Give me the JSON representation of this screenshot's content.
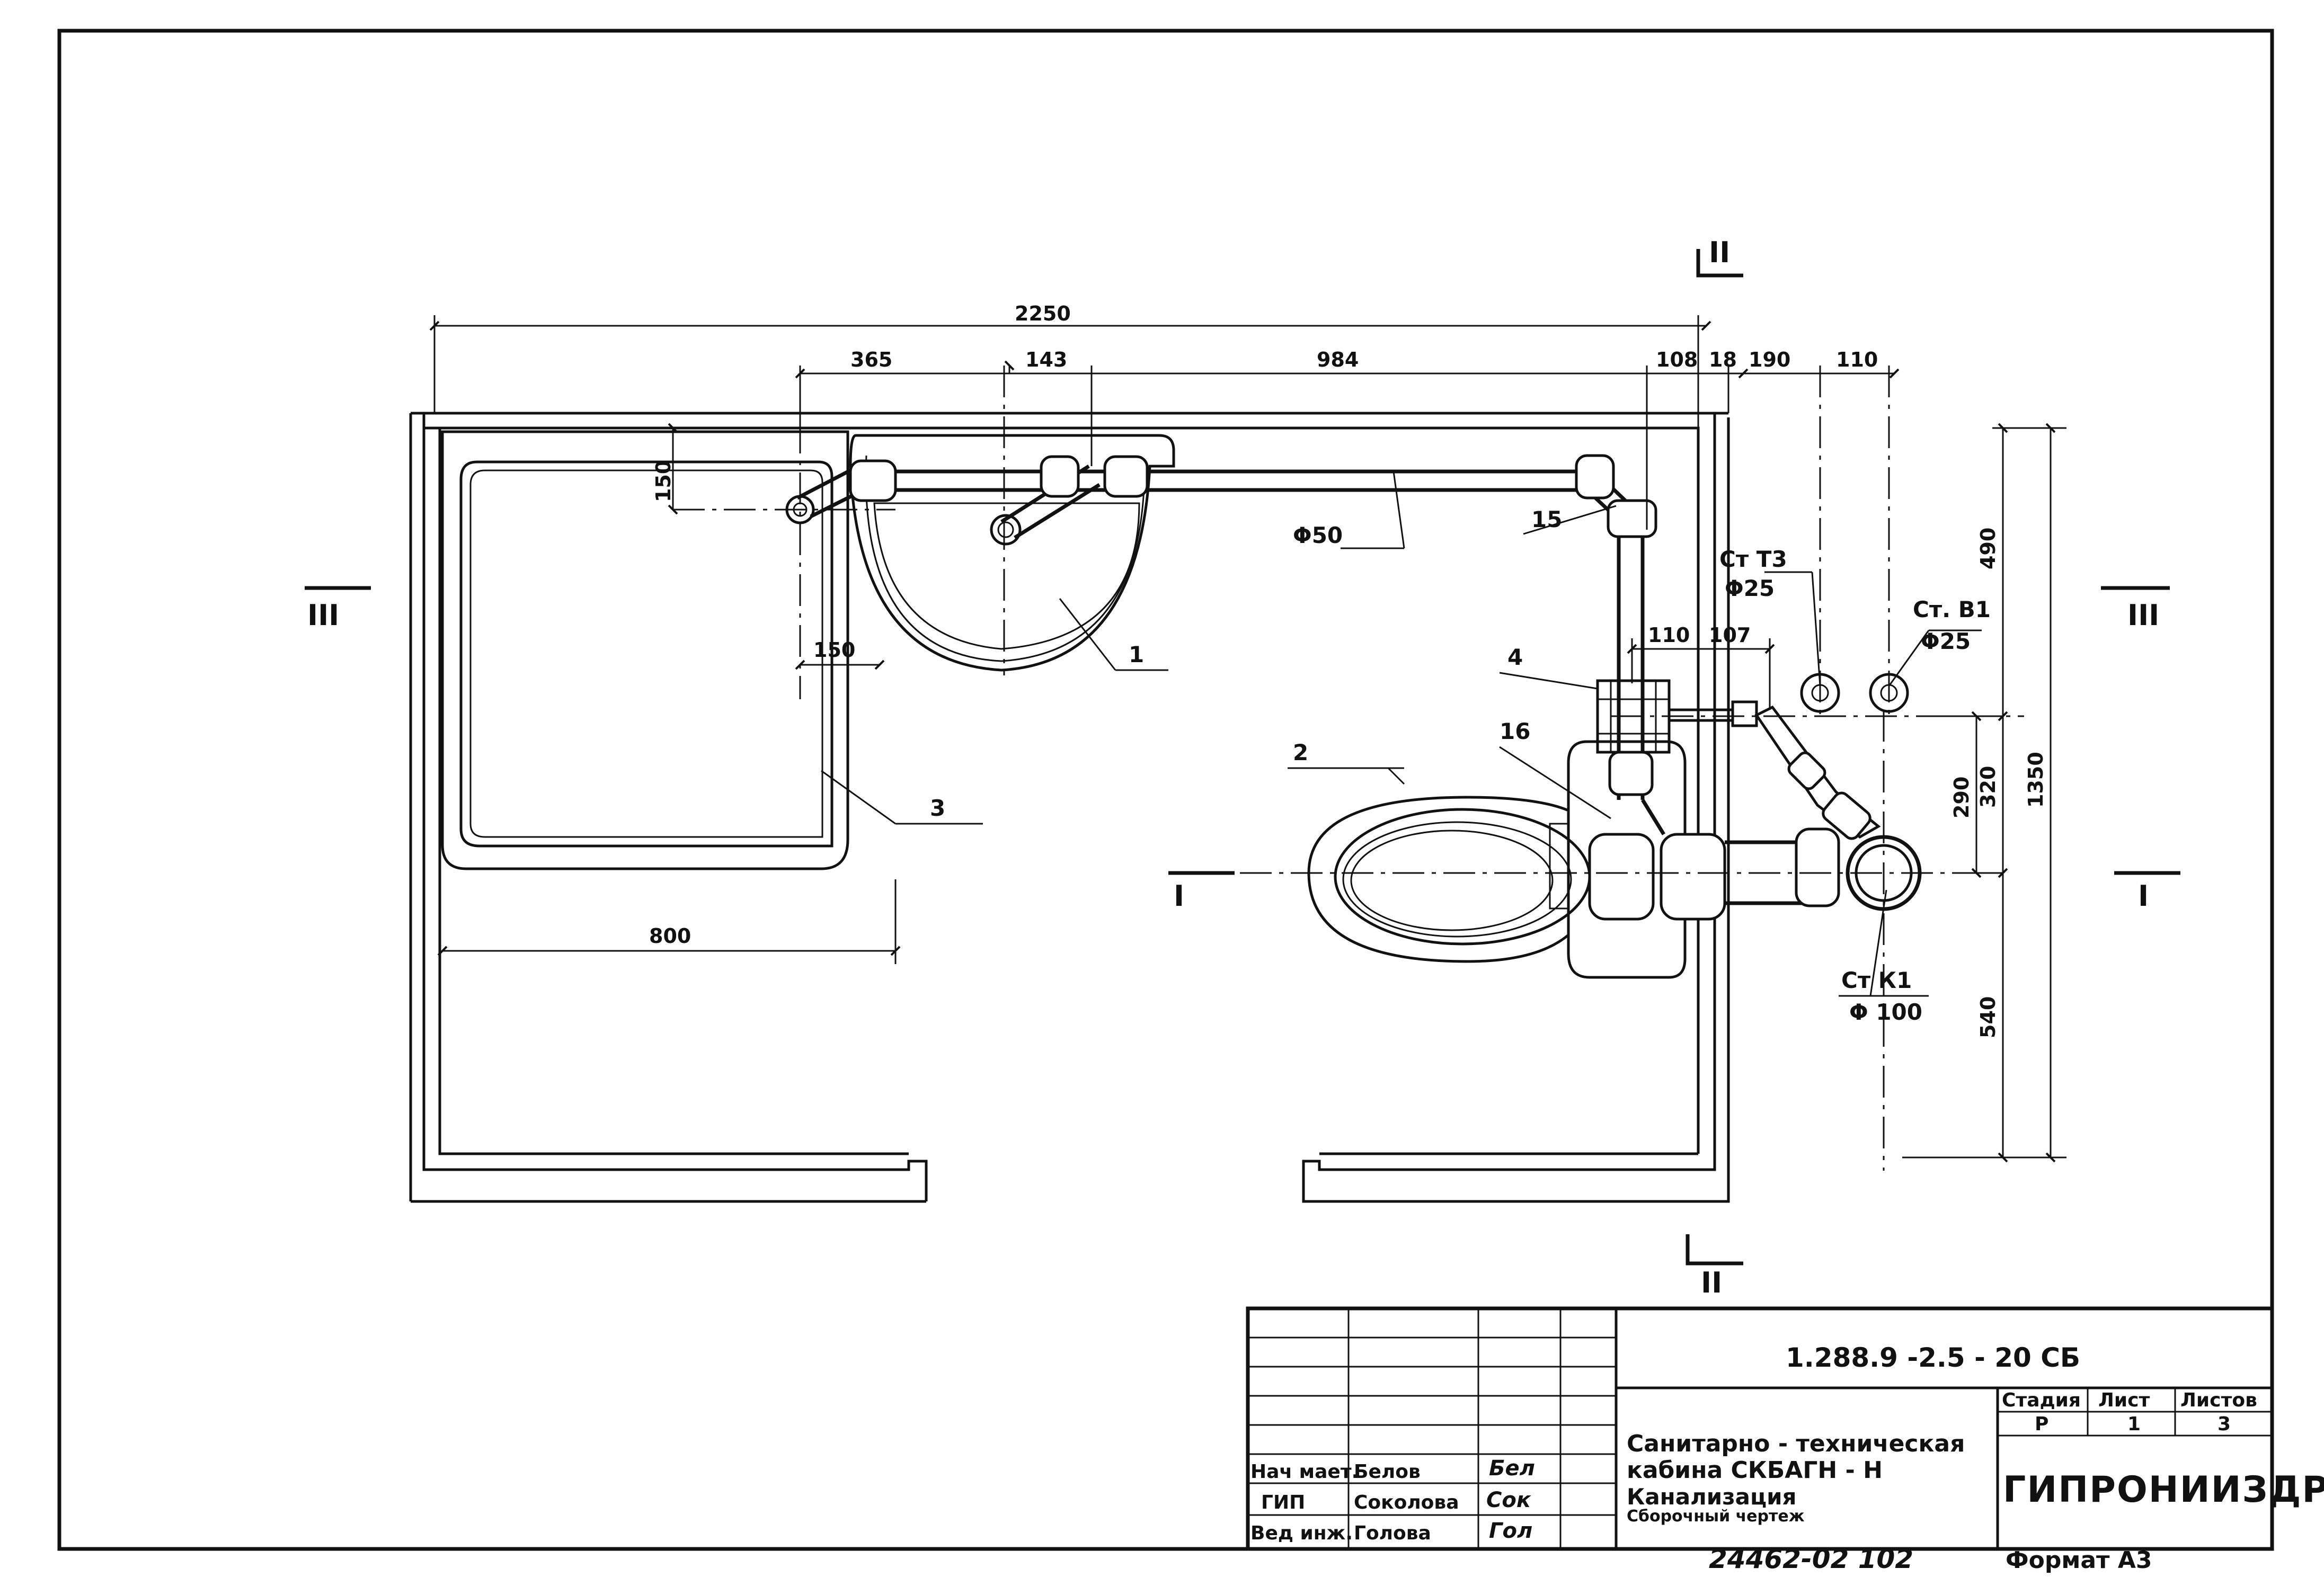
{
  "dimensions": {
    "overall_width": "2250",
    "d365": "365",
    "d143": "143",
    "d984": "984",
    "d108": "108",
    "d18": "18",
    "d190": "190",
    "d110_top": "110",
    "d150_vertical": "150",
    "d150_horizontal": "150",
    "d800": "800",
    "d110_mid": "110",
    "d107": "107",
    "d490": "490",
    "d320": "320",
    "d290": "290",
    "d1350": "1350",
    "d540": "540"
  },
  "section_marks": {
    "top": "II",
    "bottom": "II",
    "left_iii": "III",
    "right_iii": "III",
    "left_i": "I",
    "right_i": "I"
  },
  "callouts": {
    "item_1": "1",
    "item_2": "2",
    "item_3": "3",
    "item_4": "4",
    "item_15": "15",
    "item_16": "16",
    "pipe_f50": "Φ50",
    "riser_t3_name": "Ст Т3",
    "riser_t3_dia": "Φ25",
    "riser_b1_name": "Ст. В1",
    "riser_b1_dia": "Φ25",
    "riser_k1_name": "Ст К1",
    "riser_k1_dia": "Φ 100"
  },
  "title_block": {
    "doc_code": "1.288.9 -2.5 - 20  СБ",
    "stage_header": "Стадия",
    "sheet_header": "Лист",
    "sheets_header": "Листов",
    "stage": "Р",
    "sheet": "1",
    "sheets": "3",
    "title_line1": "Санитарно - техническая",
    "title_line2": "кабина  СКБАГН - Н",
    "title_line3": "Канализация",
    "title_line4": "Сборочный чертеж",
    "organization": "ГИПРОНИИЗДРАВ",
    "roles": [
      "Нач мает.",
      "ГИП",
      "Вед инж."
    ],
    "names": [
      "Белов",
      "Соколова",
      "Голова"
    ],
    "signatures": [
      "Бел",
      "Сок",
      "Гол"
    ],
    "sheet_number": "24462-02  102",
    "format": "Формат А3"
  }
}
